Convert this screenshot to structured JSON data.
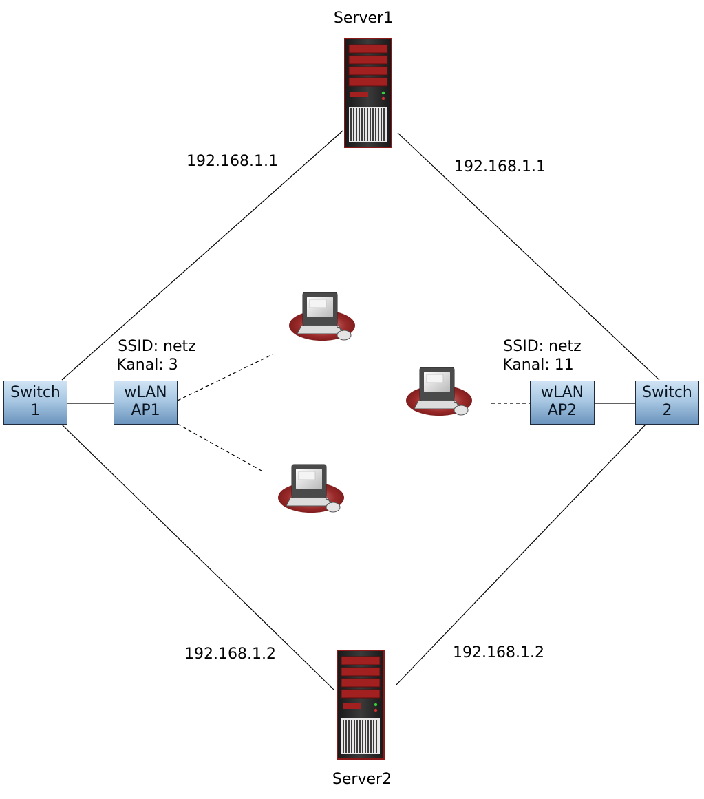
{
  "servers": {
    "server1": {
      "label": "Server1"
    },
    "server2": {
      "label": "Server2"
    }
  },
  "switches": {
    "switch1": {
      "line1": "Switch",
      "line2": "1"
    },
    "switch2": {
      "line1": "Switch",
      "line2": "2"
    }
  },
  "access_points": {
    "ap1": {
      "line1": "wLAN",
      "line2": "AP1",
      "ssid": "SSID: netz",
      "channel": "Kanal: 3"
    },
    "ap2": {
      "line1": "wLAN",
      "line2": "AP2",
      "ssid": "SSID: netz",
      "channel": "Kanal: 11"
    }
  },
  "ip_labels": {
    "top_left": "192.168.1.1",
    "top_right": "192.168.1.1",
    "bottom_left": "192.168.1.2",
    "bottom_right": "192.168.1.2"
  },
  "colors": {
    "server_body": "#2a2a2a",
    "server_accent": "#a32020",
    "switch_fill": "#a9c8e3",
    "client_base": "#8b2020"
  },
  "icons": {
    "server": "server-tower-icon",
    "client": "workstation-icon"
  }
}
